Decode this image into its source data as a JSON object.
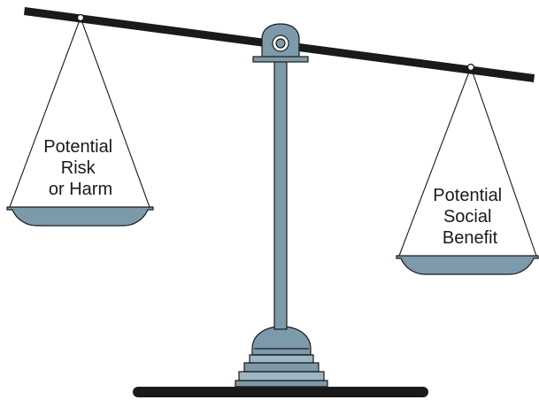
{
  "left_pan": {
    "lines": [
      "Potential",
      "Risk",
      "or Harm"
    ]
  },
  "right_pan": {
    "lines": [
      "Potential",
      "Social",
      "Benefit"
    ]
  },
  "colors": {
    "metal": "#7d9aab",
    "metal_light": "#9fb7c4",
    "outline": "#1a1a1a",
    "beam": "#1a1a1a"
  }
}
